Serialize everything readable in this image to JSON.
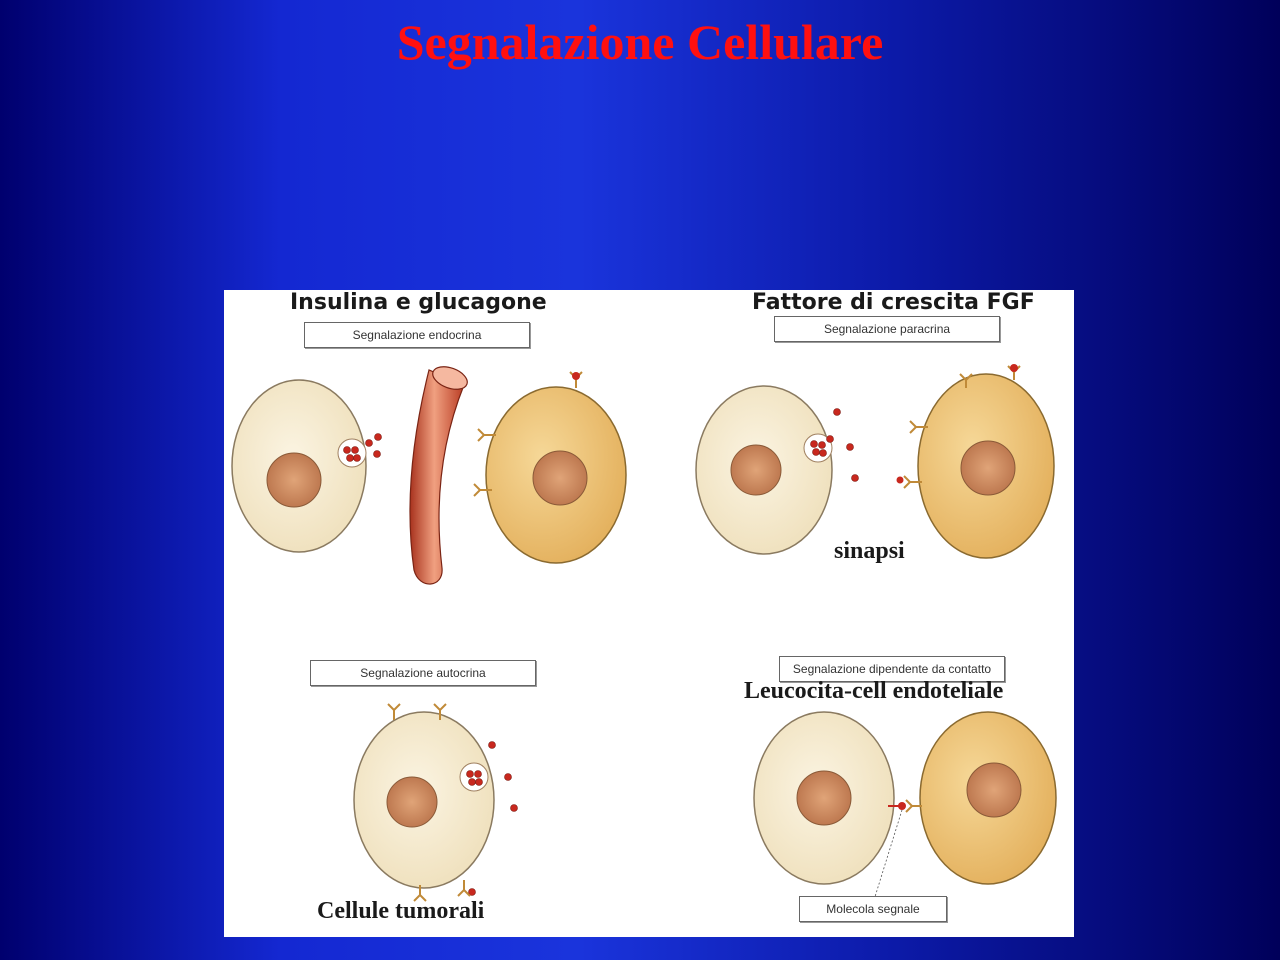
{
  "slide": {
    "title": "Segnalazione Cellulare",
    "title_color": "#ff1010",
    "background": "#1a34dc"
  },
  "figure": {
    "panels": {
      "endocrine": {
        "heading": "Insulina e glucagone",
        "box_label": "Segnalazione endocrina"
      },
      "paracrine": {
        "heading": "Fattore di crescita FGF",
        "box_label": "Segnalazione paracrina",
        "caption": "sinapsi"
      },
      "autocrine": {
        "box_label": "Segnalazione autocrina",
        "caption": "Cellule tumorali"
      },
      "contact": {
        "box_label": "Segnalazione dipendente da contatto",
        "heading": "Leucocita-cell endoteliale",
        "callout_label": "Molecola segnale"
      }
    },
    "colors": {
      "secreting_cell": "#f6ecd2",
      "target_cell": "#f0cc7c",
      "nucleus": "#c98a5a",
      "blood_vessel": "#d8553a",
      "signal_molecule": "#c8281e"
    }
  }
}
